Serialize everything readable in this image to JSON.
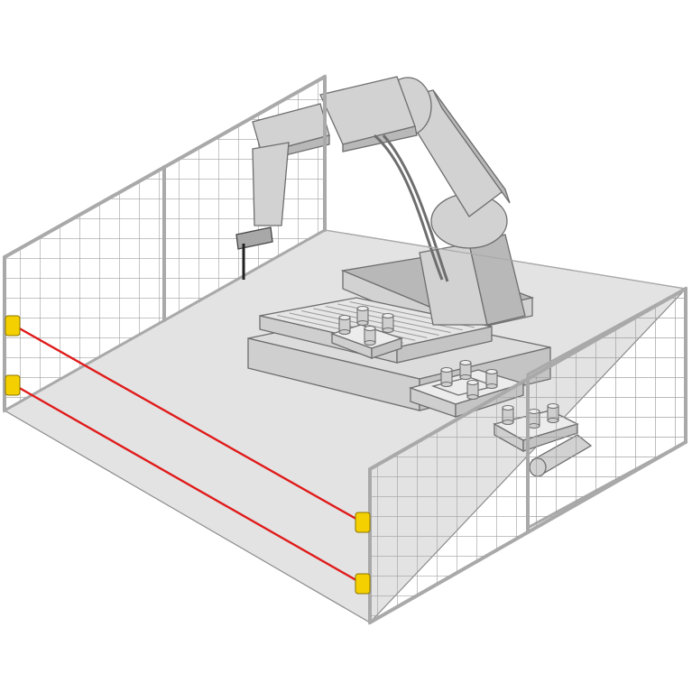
{
  "diagram": {
    "colors": {
      "floor": "#e3e3e3",
      "floor_stroke": "#8c8c8c",
      "fence_frame": "#a9a9a9",
      "fence_mesh": "#9a9a9a",
      "robot": "#d2d2d2",
      "robot_dark": "#b8b8b8",
      "robot_stroke": "#6e6e6e",
      "beam": "#e01b1b",
      "sensor": "#f4d000",
      "sensor_stroke": "#8a7400",
      "table": "#dcdcdc",
      "part": "#cfcfcf"
    },
    "elements": {
      "safety_light_beams": 2,
      "sensor_units": 4,
      "fence_panels": 4,
      "parts_on_pallet": 4,
      "parts_on_tray": 4,
      "parts_on_conveyor": 3
    }
  }
}
